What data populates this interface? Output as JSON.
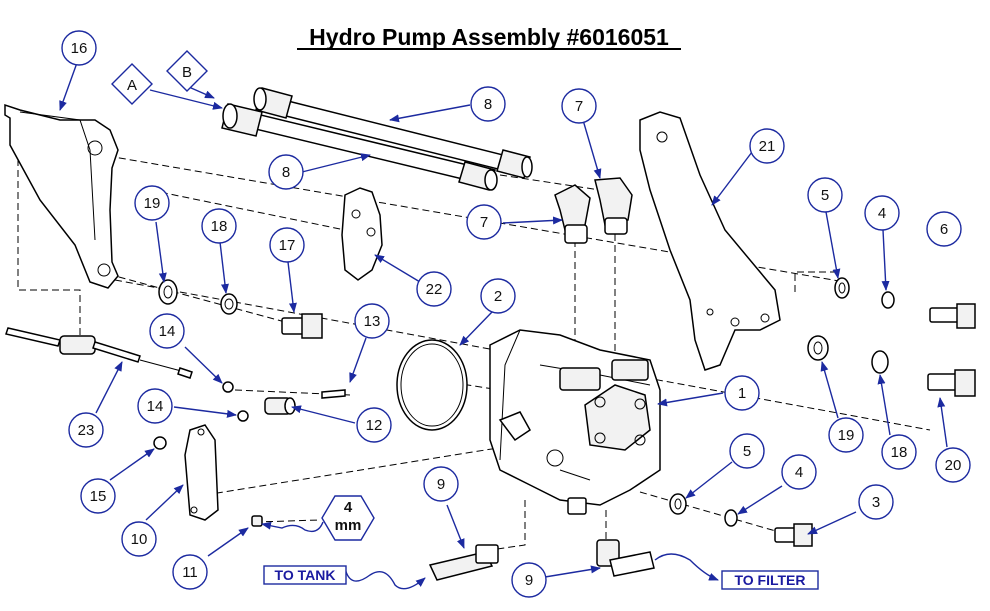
{
  "title": "Hydro Pump Assembly #6016051",
  "colors": {
    "callout": "#1c2aa0",
    "line": "#000000"
  },
  "callouts": [
    "16",
    "8",
    "8",
    "7",
    "7",
    "21",
    "19",
    "18",
    "17",
    "22",
    "2",
    "5",
    "4",
    "6",
    "13",
    "14",
    "14",
    "15",
    "10",
    "11",
    "23",
    "12",
    "1",
    "19",
    "18",
    "20",
    "5",
    "4",
    "3",
    "9",
    "9"
  ],
  "diamonds": [
    "A",
    "B"
  ],
  "hexagon": {
    "value": "4",
    "unit": "mm"
  },
  "labels": {
    "to_tank": "TO TANK",
    "to_filter": "TO FILTER"
  }
}
